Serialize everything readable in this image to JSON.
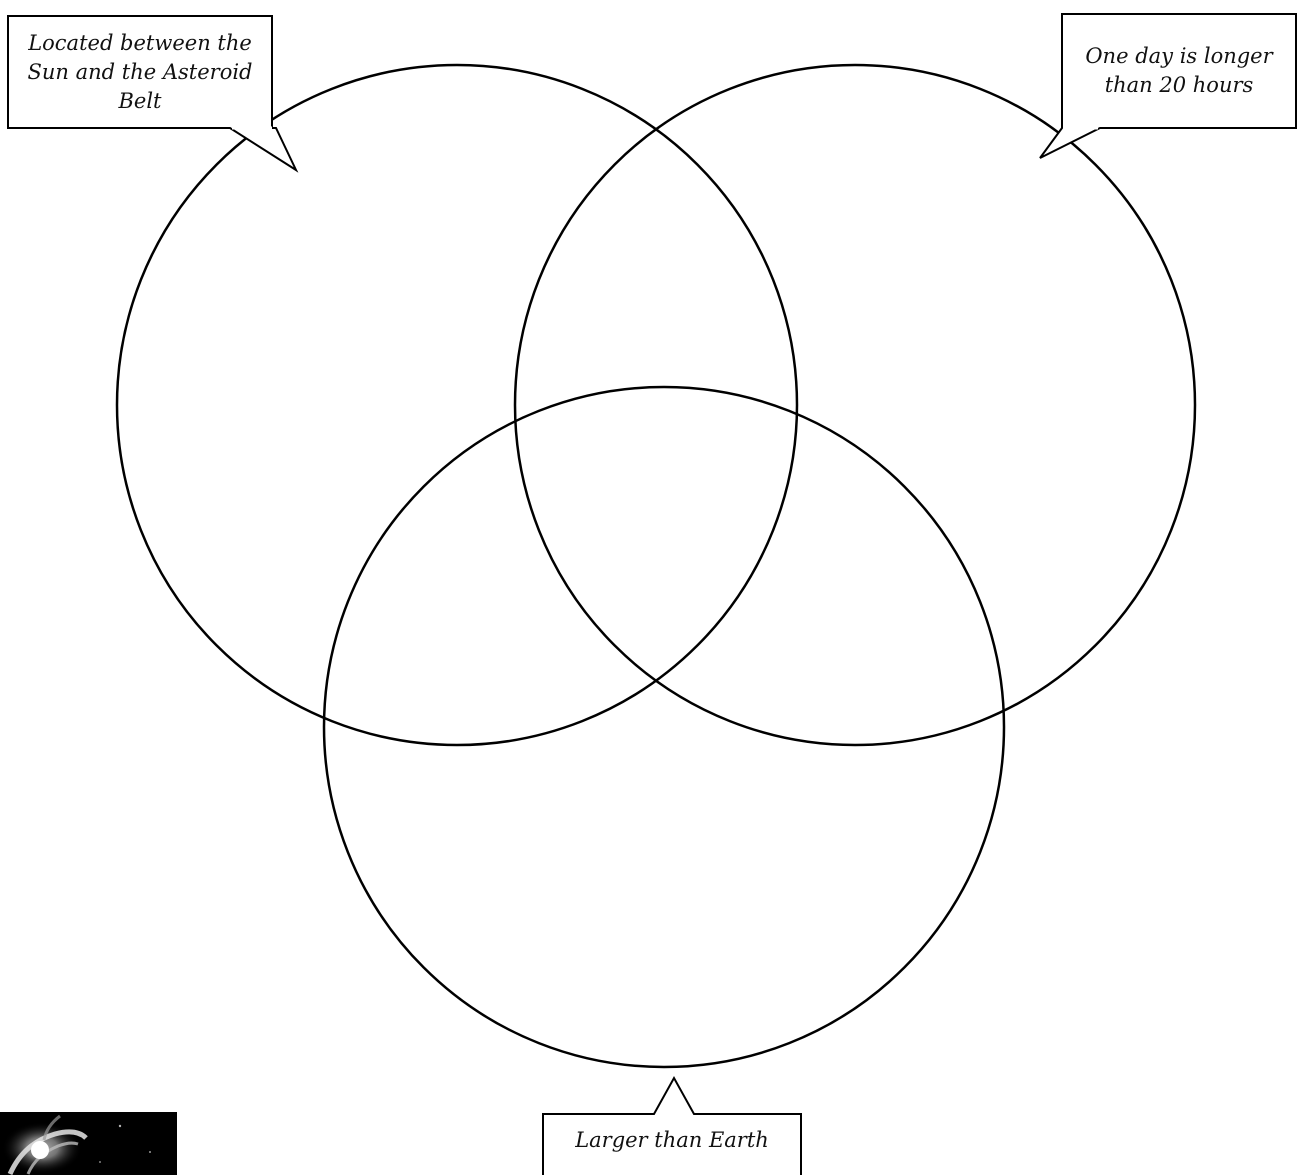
{
  "diagram": {
    "type": "venn-3",
    "sets": [
      {
        "id": "left",
        "label": "Located between the Sun and the Asteroid Belt"
      },
      {
        "id": "right",
        "label": "One day is longer than 20 hours"
      },
      {
        "id": "bottom",
        "label": "Larger than Earth"
      }
    ],
    "stroke_color": "#000000",
    "background": "#ffffff"
  },
  "corner_image": {
    "icon": "galaxy-photo"
  }
}
